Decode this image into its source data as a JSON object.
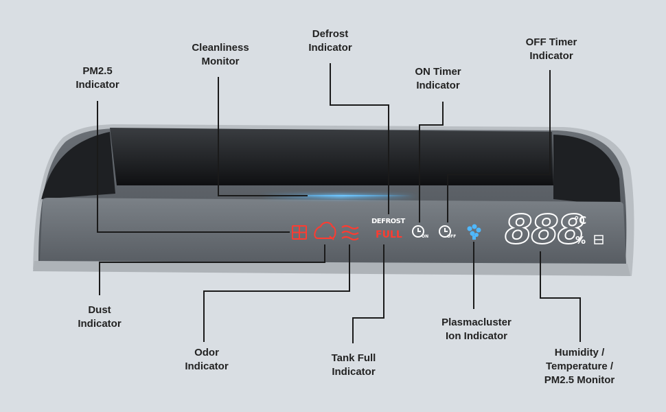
{
  "labels": {
    "pm25": [
      "PM2.5",
      "Indicator"
    ],
    "cleanliness": [
      "Cleanliness",
      "Monitor"
    ],
    "defrost": [
      "Defrost",
      "Indicator"
    ],
    "on_timer": [
      "ON Timer",
      "Indicator"
    ],
    "off_timer": [
      "OFF Timer",
      "Indicator"
    ],
    "dust": [
      "Dust",
      "Indicator"
    ],
    "odor": [
      "Odor",
      "Indicator"
    ],
    "tank_full": [
      "Tank Full",
      "Indicator"
    ],
    "plasmacluster": [
      "Plasmacluster",
      "Ion Indicator"
    ],
    "monitor": [
      "Humidity /",
      "Temperature /",
      "PM2.5 Monitor"
    ]
  },
  "panel": {
    "defrost_text": "DEFROST",
    "full_text": "FULL",
    "on_sub": "ON",
    "off_sub": "OFF",
    "digits": "888",
    "unit_c": "℃",
    "unit_pct": "%"
  },
  "colors": {
    "led_red": "#ff3b30",
    "led_blue": "#4fb8ff",
    "led_white": "#ffffff",
    "leader_line": "#1a1a1a"
  }
}
